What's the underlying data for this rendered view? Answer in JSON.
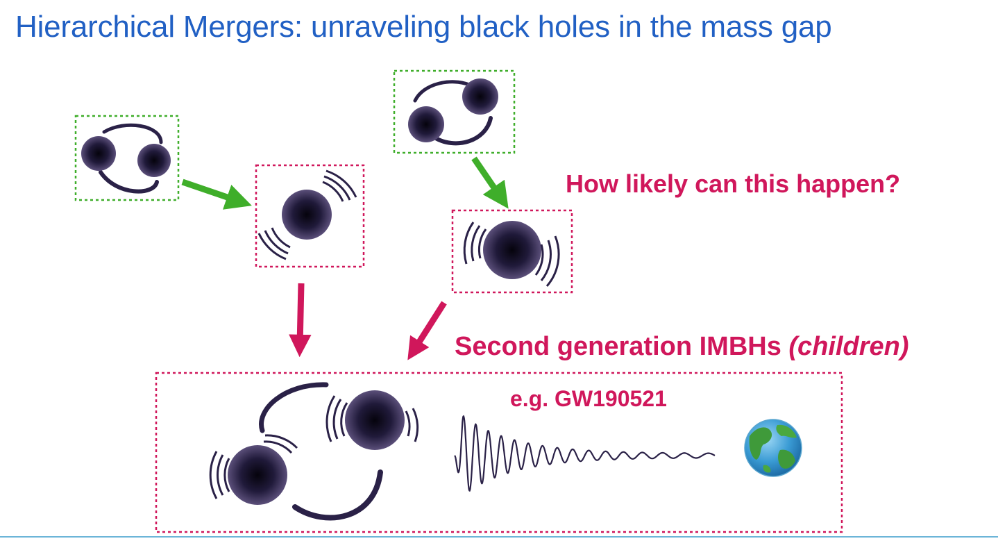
{
  "title": "Hierarchical Mergers: unraveling black holes in the mass gap",
  "question": "How likely can this happen?",
  "generation": {
    "text": "Second generation IMBHs",
    "qualifier": "(children)"
  },
  "example": "e.g. GW190521",
  "colors": {
    "title": "#2160c4",
    "accent_magenta": "#d0175b",
    "accent_green": "#3fae2a",
    "black_hole": "#17122b",
    "footer_rule": "#6cb5d8"
  },
  "icons": [
    "binary-black-hole-icon",
    "merged-black-hole-icon",
    "gravitational-wave-icon",
    "earth-icon"
  ]
}
